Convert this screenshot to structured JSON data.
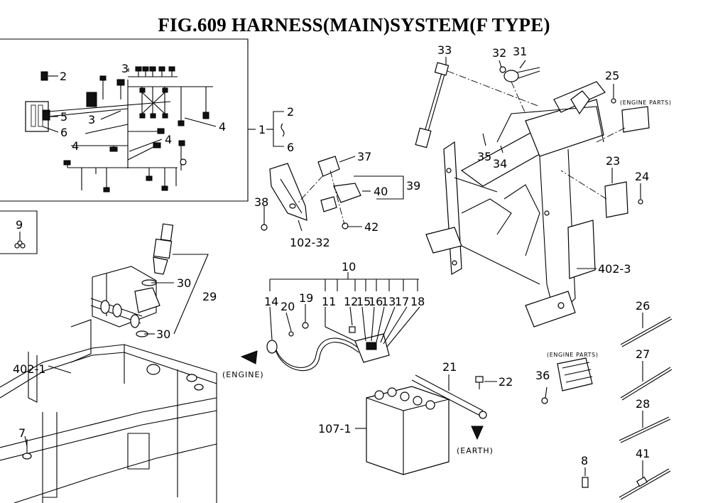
{
  "title": "FIG.609  HARNESS(MAIN)SYSTEM(F TYPE)",
  "notes": {
    "engine_parts_top": "(ENGINE PARTS)",
    "engine_parts_mid": "(ENGINE PARTS)",
    "engine": "(ENGINE)",
    "earth": "(EARTH)"
  },
  "callouts": {
    "c2a": "2",
    "c3a": "3",
    "c3b": "3",
    "c5": "5",
    "c6": "6",
    "c4a": "4",
    "c4b": "4",
    "c4c": "4",
    "c1": "1",
    "c2b": "2",
    "c6b": "6",
    "c9": "9",
    "c30a": "30",
    "c29": "29",
    "c30b": "30",
    "c402_1": "402-1",
    "c7": "7",
    "c37": "37",
    "c39": "39",
    "c40": "40",
    "c38": "38",
    "c42": "42",
    "c102_32": "102-32",
    "c10": "10",
    "c14": "14",
    "c20": "20",
    "c19": "19",
    "c11": "11",
    "c12": "12",
    "c15": "15",
    "c16": "16",
    "c13": "13",
    "c17": "17",
    "c18": "18",
    "c21": "21",
    "c22": "22",
    "c107_1": "107-1",
    "c33": "33",
    "c32": "32",
    "c31": "31",
    "c25": "25",
    "c35": "35",
    "c34": "34",
    "c23": "23",
    "c24": "24",
    "c402_3": "402-3",
    "c26": "26",
    "c27": "27",
    "c36": "36",
    "c28": "28",
    "c8": "8",
    "c41": "41"
  }
}
